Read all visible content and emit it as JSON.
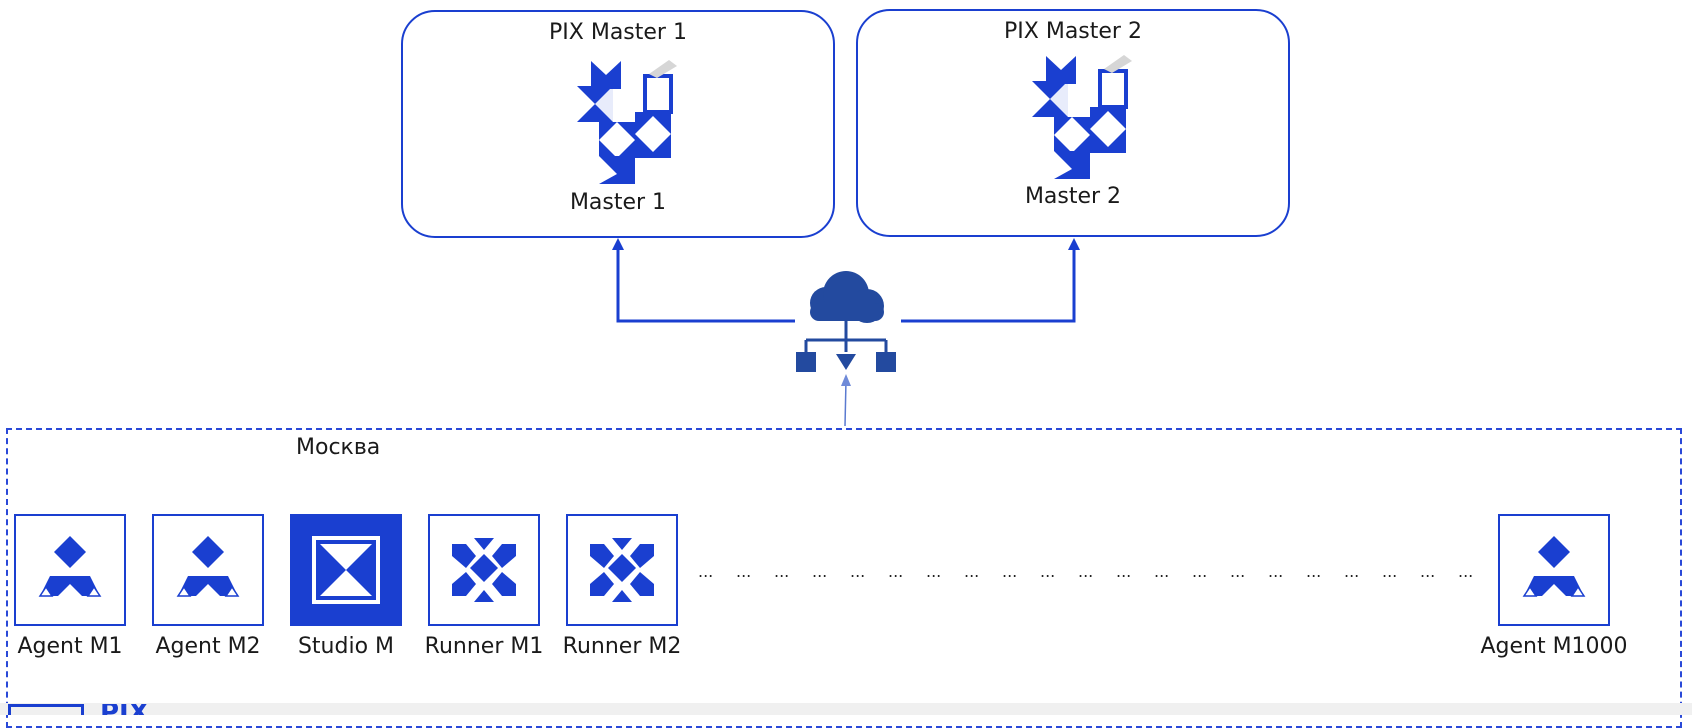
{
  "masters": [
    {
      "title": "PIX Master 1",
      "subtitle": "Master 1"
    },
    {
      "title": "PIX Master 2",
      "subtitle": "Master 2"
    }
  ],
  "network": {
    "icon": "cloud-network-icon"
  },
  "region": {
    "label": "Москва"
  },
  "nodes": [
    {
      "label": "Agent M1",
      "icon": "agent-icon"
    },
    {
      "label": "Agent M2",
      "icon": "agent-icon"
    },
    {
      "label": "Studio M",
      "icon": "studio-icon"
    },
    {
      "label": "Runner M1",
      "icon": "runner-icon"
    },
    {
      "label": "Runner M2",
      "icon": "runner-icon"
    },
    {
      "label": "Agent M1000",
      "icon": "agent-icon"
    }
  ],
  "ellipsis": "...",
  "footer": {
    "text": "PIX Robotics"
  },
  "colors": {
    "accent": "#1a3fd0",
    "network": "#234a9f",
    "text": "#1a1a1a"
  }
}
